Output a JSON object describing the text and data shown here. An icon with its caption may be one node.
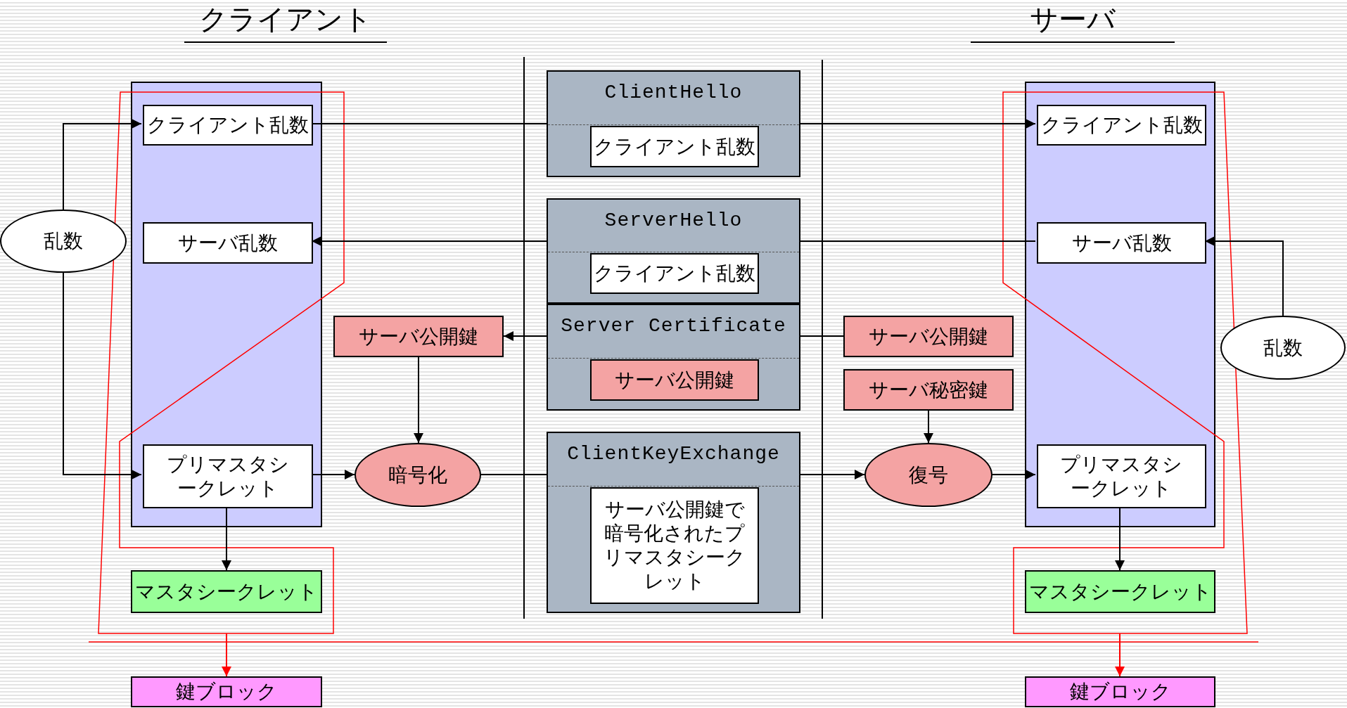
{
  "diagram": {
    "nodes": [
      {
        "text": [],
        "shape": "box"
      },
      {
        "text": [
          "クライアント乱数"
        ],
        "in": 0
      },
      {
        "text": [
          "サーバ乱数"
        ],
        "in": 0
      },
      {
        "text": [
          "プリマスタシークレット"
        ],
        "in": 0
      },
      {
        "text": [
          "乱数"
        ]
      },
      {
        "text": [
          "マスタシークレット"
        ]
      },
      {
        "text": [
          "鍵ブロック"
        ]
      },
      {
        "text": [
          "ClientHello"
        ]
      },
      {
        "text": [
          "クライアント乱数"
        ],
        "in": 7
      },
      {
        "text": [
          "ServerHello"
        ]
      },
      {
        "text": [
          "クライアント乱数"
        ],
        "in": 9
      },
      {
        "text": [
          "Server Certificate"
        ]
      },
      {
        "text": [
          "サーバ公開鍵"
        ],
        "in": 11
      },
      {
        "text": [
          "ClientKeyExchange"
        ]
      },
      {
        "text": [
          "サーバ公開鍵で暗号化されたプリマスタシークレット"
        ],
        "in": 13
      },
      {
        "text": [
          "サーバ公開鍵"
        ]
      },
      {
        "text": [
          "暗号化"
        ]
      },
      {
        "text": [
          "サーバ公開鍵"
        ]
      },
      {
        "text": [
          "サーバ秘密鍵"
        ]
      },
      {
        "text": [
          "復号"
        ]
      },
      {
        "text": [],
        "shape": "box"
      },
      {
        "text": [
          "クライアント乱数"
        ],
        "in": 20
      },
      {
        "text": [
          "サーバ乱数"
        ],
        "in": 20
      },
      {
        "text": [
          "プリマスタシークレット"
        ],
        "in": 20
      },
      {
        "text": [
          "乱数"
        ]
      },
      {
        "text": [
          "マスタシークレット"
        ]
      },
      {
        "text": [
          "鍵ブロック"
        ]
      }
    ],
    "edges": [
      {
        "from": 4,
        "to": 1,
        "arrow": "to"
      },
      {
        "from": 4,
        "to": 3,
        "arrow": "to"
      },
      {
        "from": 1,
        "to": 7,
        "arrow": "none"
      },
      {
        "from": 7,
        "to": 21,
        "arrow": "to"
      },
      {
        "from": 24,
        "to": 22,
        "arrow": "to"
      },
      {
        "from": 22,
        "to": 9,
        "arrow": "none"
      },
      {
        "from": 9,
        "to": 2,
        "arrow": "to"
      },
      {
        "from": 17,
        "to": 11,
        "arrow": "none"
      },
      {
        "from": 11,
        "to": 15,
        "arrow": "to"
      },
      {
        "from": 15,
        "to": 16,
        "arrow": "to"
      },
      {
        "from": 3,
        "to": 16,
        "arrow": "to"
      },
      {
        "from": 16,
        "to": 13,
        "arrow": "none"
      },
      {
        "from": 13,
        "to": 19,
        "arrow": "to"
      },
      {
        "from": 18,
        "to": 19,
        "arrow": "to"
      },
      {
        "from": 19,
        "to": 23,
        "arrow": "to"
      },
      {
        "from": 3,
        "to": 5,
        "arrow": "to"
      },
      {
        "from": 23,
        "to": 25,
        "arrow": "to"
      },
      {
        "from": null,
        "to": 6,
        "arrow": "to",
        "color": "#ff0000"
      },
      {
        "from": null,
        "to": 26,
        "arrow": "to",
        "color": "#ff0000"
      }
    ],
    "labels": [
      "クライアント",
      "サーバ"
    ]
  }
}
